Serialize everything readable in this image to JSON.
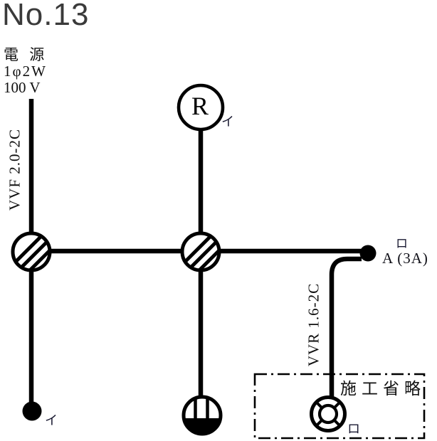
{
  "title": "No.13",
  "colors": {
    "ink": "#000000",
    "title_gray": "#3a3a3a"
  },
  "power_source": {
    "name": "電 源",
    "phase": "1φ2W",
    "voltage": "100 V"
  },
  "cables": {
    "vvf": "VVF 2.0-2C",
    "vvr": "VVR 1.6-2C"
  },
  "components": {
    "fixture_r": {
      "symbol": "R",
      "tag": "イ"
    },
    "switch_single": {
      "tag": "イ"
    },
    "switch_auto": {
      "tag": "ロ",
      "rating": "A (3A)"
    },
    "lamp": {
      "tag": "ロ"
    },
    "omission_box": {
      "label": "施工省略"
    }
  }
}
